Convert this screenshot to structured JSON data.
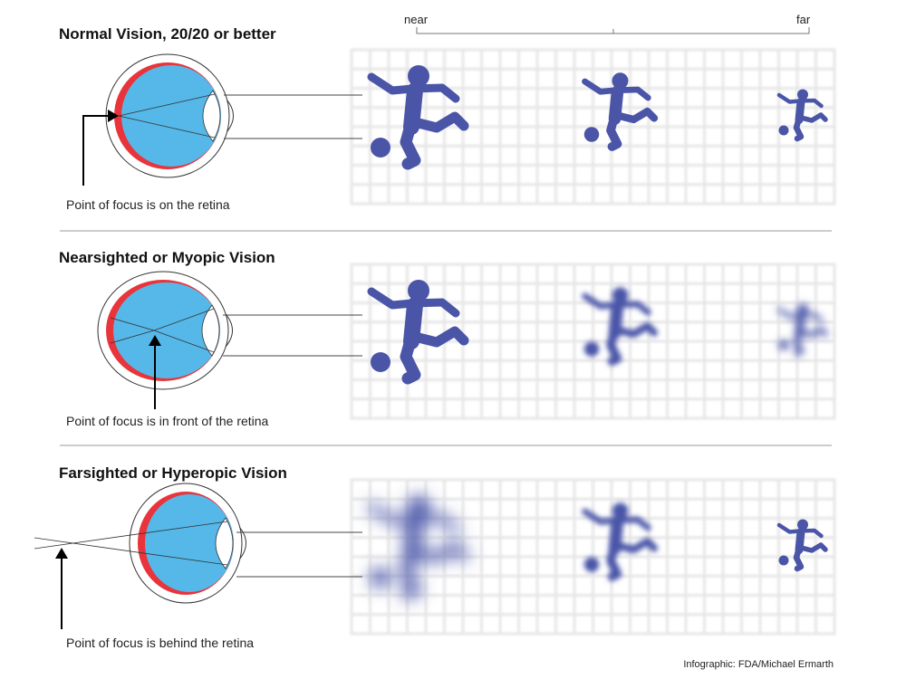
{
  "scale": {
    "near_label": "near",
    "far_label": "far"
  },
  "sections": [
    {
      "title": "Normal Vision, 20/20 or better",
      "caption": "Point of focus is on the retina",
      "blur": [
        "none",
        "none",
        "none"
      ]
    },
    {
      "title": "Nearsighted or Myopic Vision",
      "caption": "Point of focus is in front of the retina",
      "blur": [
        "none",
        "medium",
        "heavy"
      ]
    },
    {
      "title": "Farsighted or Hyperopic Vision",
      "caption": "Point of focus is behind the retina",
      "blur": [
        "heavy",
        "medium",
        "none"
      ]
    }
  ],
  "credit": "Infographic: FDA/Michael Ermarth",
  "colors": {
    "figure": "#4a55a8",
    "eye_fluid": "#55b8e8",
    "retina": "#e8343a",
    "grid": "#e6e6e6"
  }
}
